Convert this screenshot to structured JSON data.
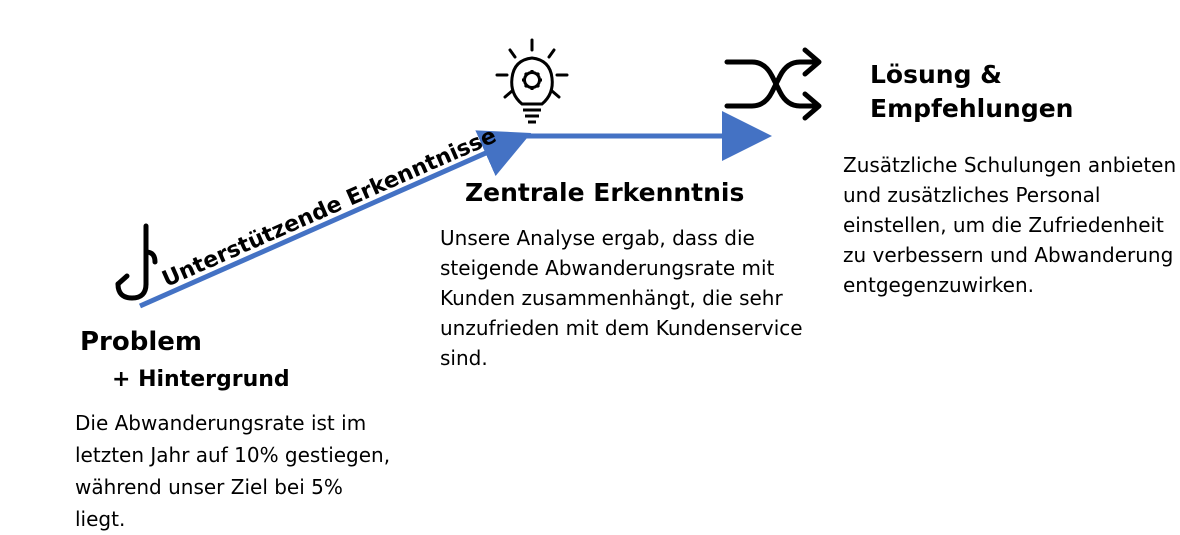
{
  "colors": {
    "arrow": "#4472c4",
    "text": "#000000"
  },
  "icons": {
    "problem": "fishhook-icon",
    "insight": "lightbulb-gear-icon",
    "solution": "shuffle-icon"
  },
  "arrow_label": "Unterstützende Erkenntnisse",
  "problem": {
    "title": "Problem",
    "subtitle": "+ Hintergrund",
    "lines": [
      "Die Abwanderungsrate ist im",
      "letzten Jahr auf 10% gestiegen,",
      "während unser Ziel bei 5%",
      "liegt."
    ]
  },
  "insight": {
    "title": "Zentrale Erkenntnis",
    "lines": [
      "Unsere Analyse ergab, dass die",
      "steigende Abwanderungsrate mit",
      "Kunden zusammenhängt, die sehr",
      "unzufrieden mit dem Kundenservice",
      "sind."
    ]
  },
  "solution": {
    "title_line1": "Lösung &",
    "title_line2": "Empfehlungen",
    "lines": [
      "Zusätzliche Schulungen anbieten",
      "und zusätzliches Personal",
      "einstellen, um die Zufriedenheit",
      "zu verbessern und Abwanderung",
      "entgegenzuwirken."
    ]
  }
}
